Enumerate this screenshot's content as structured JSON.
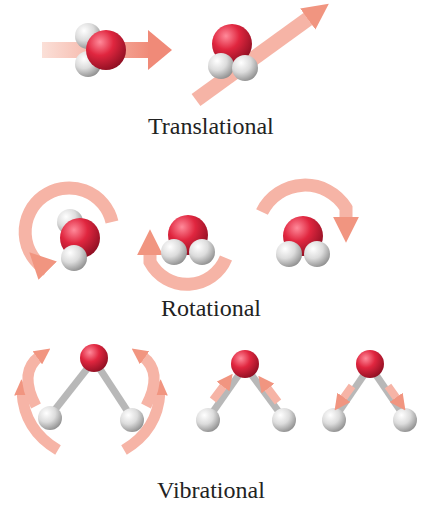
{
  "diagram": {
    "labels": [
      "Translational",
      "Rotational",
      "Vibrational"
    ]
  }
}
